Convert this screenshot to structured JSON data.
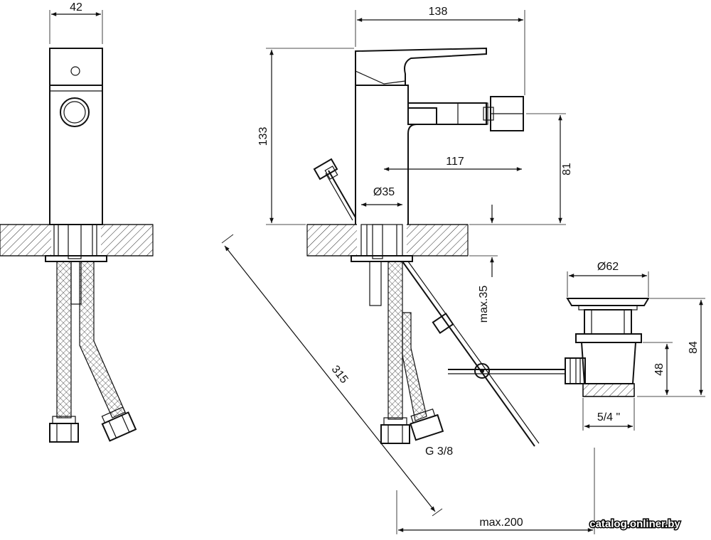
{
  "dimensions": {
    "width_side": "42",
    "width_front": "138",
    "height_total": "133",
    "reach": "117",
    "spout_height": "81",
    "base_diameter": "Ø35",
    "rod_length": "315",
    "deck_max": "max.35",
    "hose_thread": "G 3/8",
    "rod_reach": "max.200",
    "waste_diameter": "Ø62",
    "waste_height": "84",
    "waste_thread_height": "48",
    "waste_thread": "5/4 \""
  },
  "watermark": "catalog.onliner.by"
}
